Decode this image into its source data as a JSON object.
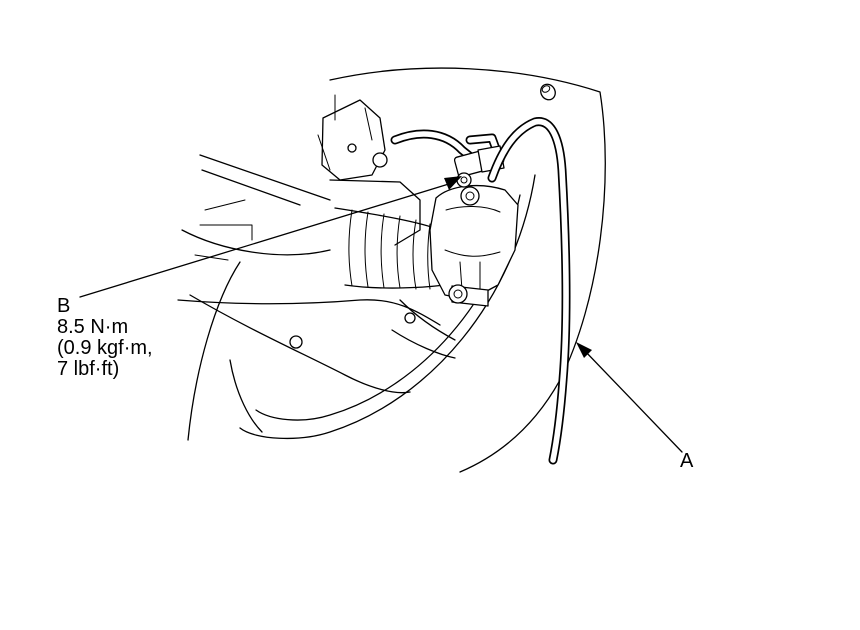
{
  "labels": {
    "b": {
      "letter": "B",
      "torque_nm": "8.5 N·m",
      "torque_kgf": "(0.9 kgf·m,",
      "torque_lbf": "7 lbf·ft)"
    },
    "a": {
      "letter": "A"
    }
  },
  "icons": [
    "brake-hose",
    "brake-line",
    "bleeder-cap",
    "caliper",
    "drive-shaft-boot"
  ],
  "colors": {
    "ink": "#000000",
    "paper": "#ffffff"
  }
}
